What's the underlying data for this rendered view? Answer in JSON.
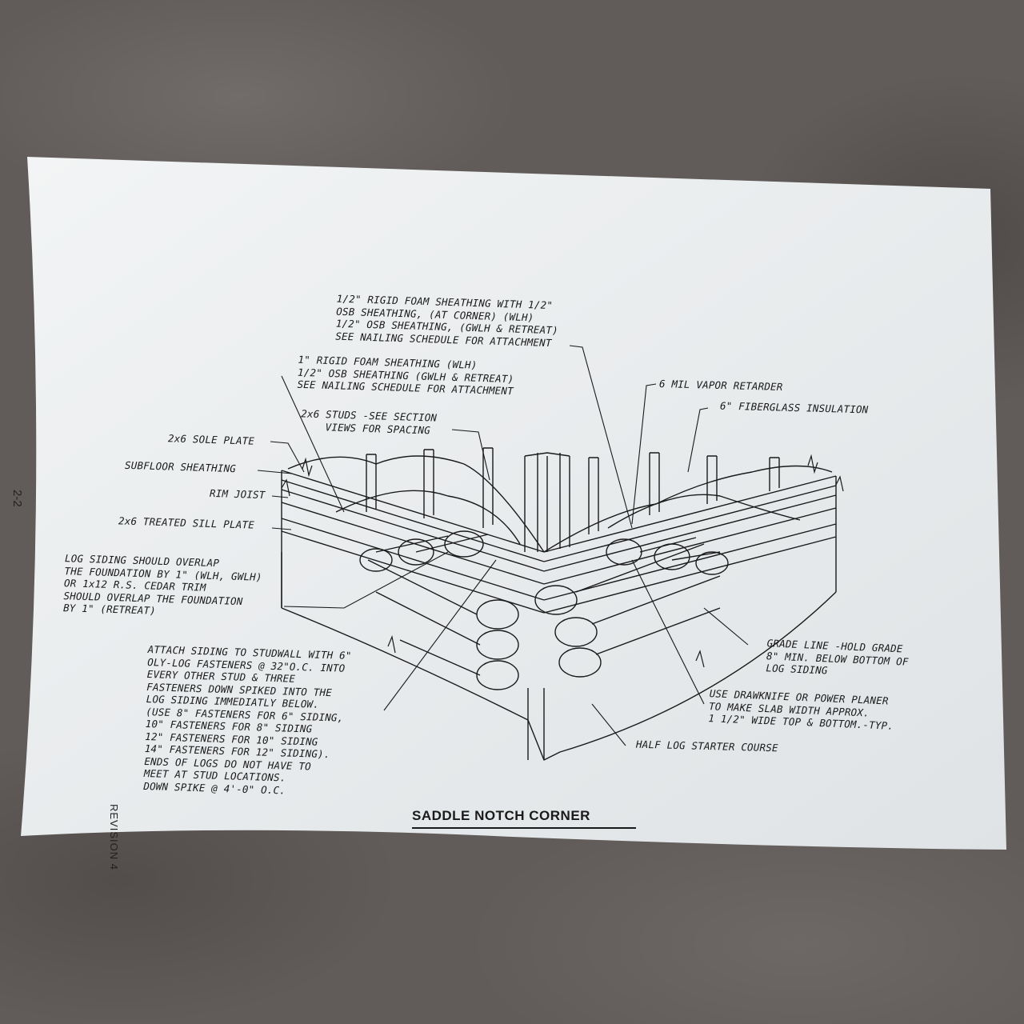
{
  "page_number": "2-2",
  "revision": "REVISION 4",
  "title": "SADDLE NOTCH CORNER",
  "callouts": {
    "rigid_foam_half": "1/2\" RIGID FOAM SHEATHING WITH 1/2\"\nOSB SHEATHING, (AT CORNER) (WLH)\n1/2\" OSB SHEATHING, (GWLH & RETREAT)\nSEE NAILING SCHEDULE FOR ATTACHMENT",
    "rigid_foam_one": "1\" RIGID FOAM SHEATHING (WLH)\n1/2\" OSB SHEATHING (GWLH & RETREAT)\nSEE NAILING SCHEDULE FOR ATTACHMENT",
    "vapor_retarder": "6 MIL VAPOR RETARDER",
    "fiberglass": "6\" FIBERGLASS INSULATION",
    "studs": "2x6 STUDS -SEE SECTION\n    VIEWS FOR SPACING",
    "sole_plate": "2x6 SOLE PLATE",
    "subfloor": "SUBFLOOR SHEATHING",
    "rim_joist": "RIM JOIST",
    "sill_plate": "2x6 TREATED SILL PLATE",
    "log_overlap": "LOG SIDING SHOULD OVERLAP\nTHE FOUNDATION BY 1\" (WLH, GWLH)\nOR 1x12 R.S. CEDAR TRIM\nSHOULD OVERLAP THE FOUNDATION\nBY 1\" (RETREAT)",
    "attach_siding": "ATTACH SIDING TO STUDWALL WITH 6\"\nOLY-LOG FASTENERS @ 32\"O.C. INTO\nEVERY OTHER STUD & THREE\nFASTENERS DOWN SPIKED INTO THE\nLOG SIDING IMMEDIATLY BELOW.\n(USE 8\" FASTENERS FOR 6\" SIDING,\n10\" FASTENERS FOR 8\" SIDING\n12\" FASTENERS FOR 10\" SIDING\n14\" FASTENERS FOR 12\" SIDING).\nENDS OF LOGS DO NOT HAVE TO\nMEET AT STUD LOCATIONS.\nDOWN SPIKE @ 4'-0\" O.C.",
    "grade_line": "GRADE LINE -HOLD GRADE\n8\" MIN. BELOW BOTTOM OF\nLOG SIDING",
    "drawknife": "USE DRAWKNIFE OR POWER PLANER\nTO MAKE SLAB WIDTH APPROX.\n1 1/2\" WIDE TOP & BOTTOM.-TYP.",
    "half_log": "HALF LOG STARTER COURSE"
  },
  "colors": {
    "paper": "#eef1f2",
    "ink": "#1a1a1a",
    "background": "#615b59"
  }
}
